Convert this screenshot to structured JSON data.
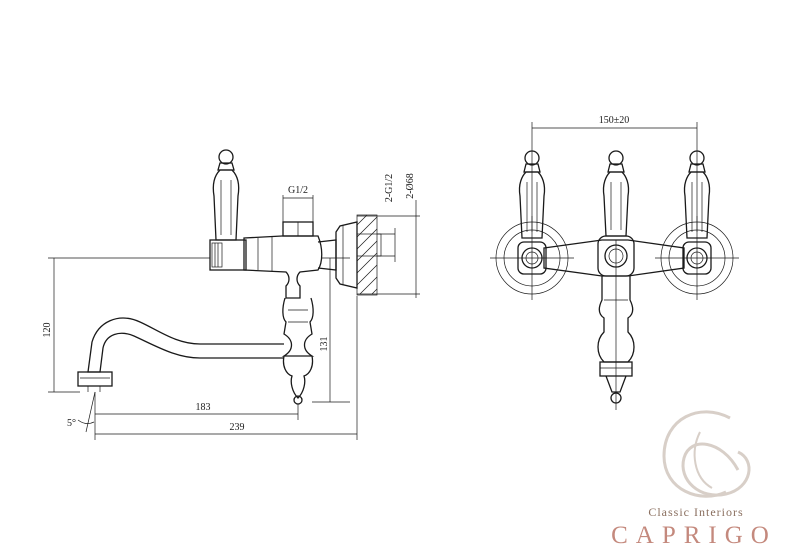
{
  "dimensions": {
    "left_view": {
      "inlet": "G1/2",
      "thread": "2-G1/2",
      "diameter": "2-Ø68",
      "height": "120",
      "height_body": "131",
      "reach_spout": "183",
      "reach_total": "239",
      "angle": "5°"
    },
    "right_view": {
      "centers": "150±20"
    }
  },
  "brand": {
    "tagline": "Classic Interiors",
    "name": "CAPRIGO",
    "colors": {
      "name": "#c4897d",
      "tagline": "#8a6f5f",
      "logo": "#d8cfc8"
    }
  }
}
